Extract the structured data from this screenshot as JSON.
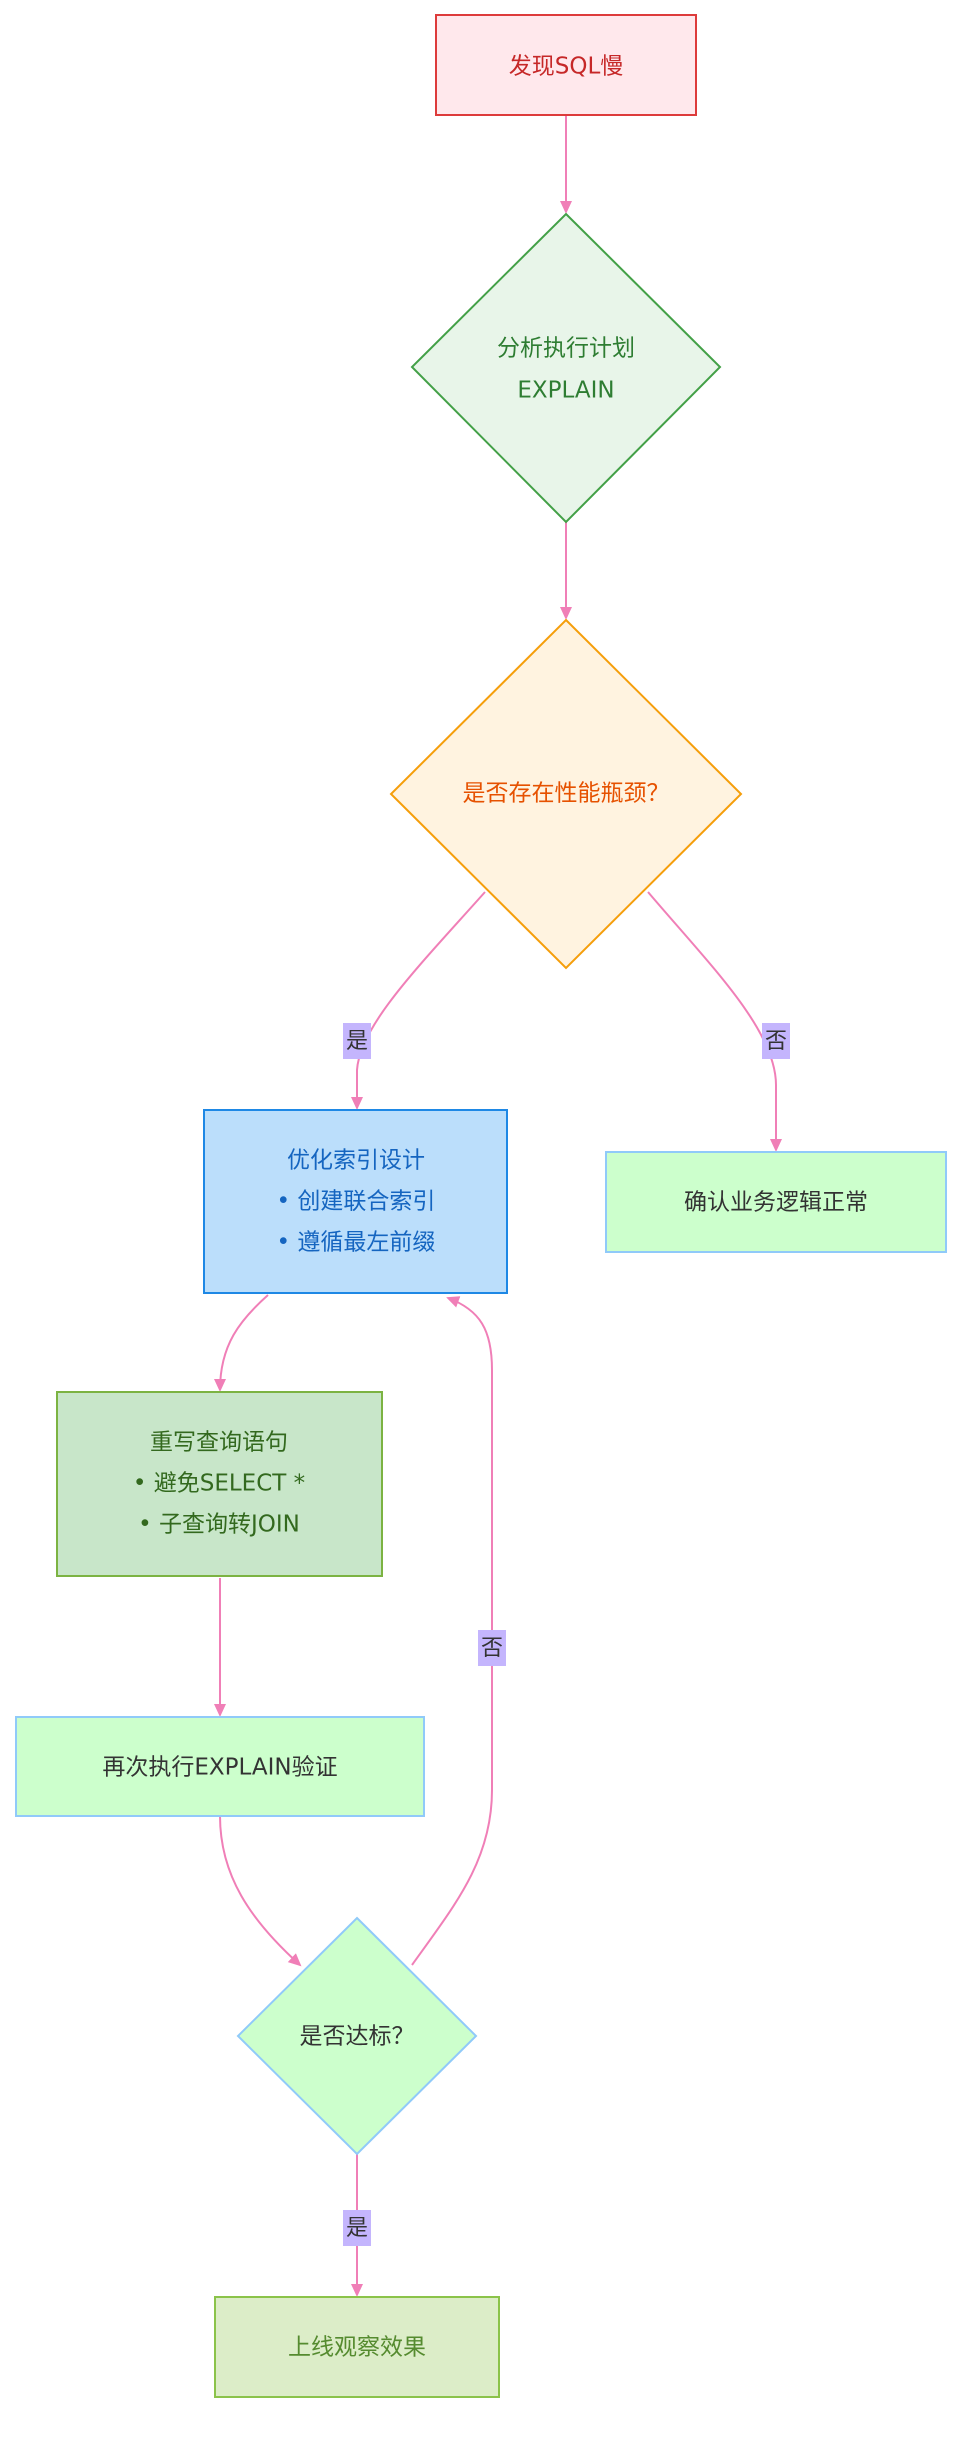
{
  "diagram": {
    "nodes": {
      "find_slow_sql": {
        "lines": [
          "发现SQL慢"
        ]
      },
      "analyze_plan": {
        "lines": [
          "分析执行计划",
          "EXPLAIN"
        ]
      },
      "bottleneck": {
        "lines": [
          "是否存在性能瓶颈？"
        ]
      },
      "optimize_index": {
        "lines": [
          "优化索引设计",
          "• 创建联合索引",
          "• 遵循最左前缀"
        ]
      },
      "confirm_logic": {
        "lines": [
          "确认业务逻辑正常"
        ]
      },
      "rewrite_query": {
        "lines": [
          "重写查询语句",
          "• 避免SELECT *",
          "• 子查询转JOIN"
        ]
      },
      "re_explain": {
        "lines": [
          "再次执行EXPLAIN验证"
        ]
      },
      "meets_target": {
        "lines": [
          "是否达标？"
        ]
      },
      "deploy": {
        "lines": [
          "上线观察效果"
        ]
      }
    },
    "edge_labels": {
      "bottleneck_yes": "是",
      "bottleneck_no": "否",
      "target_no": "否",
      "target_yes": "是"
    },
    "colors": {
      "edge": "#f07fb7",
      "edge_label_bg": "#c4b5fd",
      "red_fill": "#ffe8ec",
      "red_stroke": "#dd3b3b",
      "red_text": "#c62828",
      "green_fill": "#e8f5e9",
      "green_stroke": "#43a047",
      "green_text": "#2e7d32",
      "orange_fill": "#fff3e0",
      "orange_stroke": "#f59e0b",
      "orange_text": "#e65100",
      "blue_fill": "#bbdefb",
      "blue_stroke": "#1e88e5",
      "blue_text": "#1565c0",
      "mint_fill": "#ccffcc",
      "mint_stroke": "#90caf9",
      "mint_text": "#333333",
      "sage_fill": "#c8e6c9",
      "sage_stroke": "#7cb342",
      "sage_text": "#33691e",
      "olive_fill": "#dcedc8",
      "olive_stroke": "#8bc34a",
      "olive_text": "#558b2f"
    }
  }
}
